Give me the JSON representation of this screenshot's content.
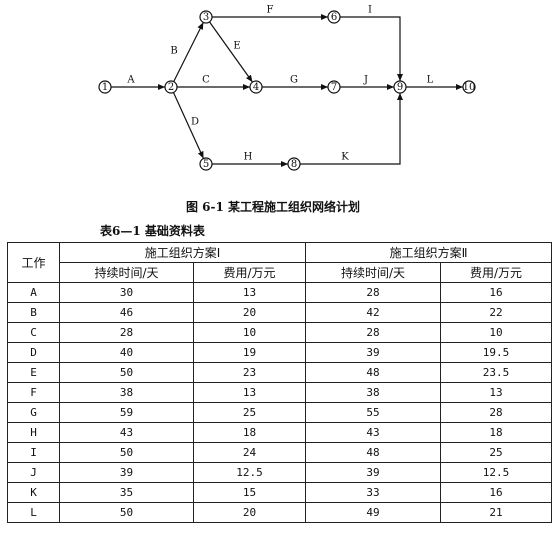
{
  "network": {
    "nodes": [
      "1",
      "2",
      "3",
      "4",
      "5",
      "6",
      "7",
      "8",
      "9",
      "10"
    ],
    "activities": [
      "A",
      "B",
      "C",
      "D",
      "E",
      "F",
      "G",
      "H",
      "I",
      "J",
      "K",
      "L"
    ]
  },
  "figure_caption": "图 6-1   某工程施工组织网络计划",
  "table_title": "表6—1   基础资料表",
  "table": {
    "work_header": "工作",
    "plan1_header": "施工组织方案Ⅰ",
    "plan2_header": "施工组织方案Ⅱ",
    "duration_header": "持续时间/天",
    "cost_header": "费用/万元",
    "rows": [
      {
        "work": "A",
        "d1": "30",
        "c1": "13",
        "d2": "28",
        "c2": "16"
      },
      {
        "work": "B",
        "d1": "46",
        "c1": "20",
        "d2": "42",
        "c2": "22"
      },
      {
        "work": "C",
        "d1": "28",
        "c1": "10",
        "d2": "28",
        "c2": "10"
      },
      {
        "work": "D",
        "d1": "40",
        "d1x": "",
        "c1": "19",
        "d2": "39",
        "c2": "19.5"
      },
      {
        "work": "E",
        "d1": "50",
        "c1": "23",
        "d2": "48",
        "c2": "23.5"
      },
      {
        "work": "F",
        "d1": "38",
        "c1": "13",
        "d2": "38",
        "c2": "13"
      },
      {
        "work": "G",
        "d1": "59",
        "c1": "25",
        "d2": "55",
        "c2": "28"
      },
      {
        "work": "H",
        "d1": "43",
        "c1": "18",
        "d2": "43",
        "c2": "18"
      },
      {
        "work": "I",
        "d1": "50",
        "c1": "24",
        "d2": "48",
        "c2": "25"
      },
      {
        "work": "J",
        "d1": "39",
        "c1": "12.5",
        "d2": "39",
        "c2": "12.5"
      },
      {
        "work": "K",
        "d1": "35",
        "c1": "15",
        "d2": "33",
        "c2": "16"
      },
      {
        "work": "L",
        "d1": "50",
        "c1": "20",
        "d2": "49",
        "c2": "21"
      }
    ]
  }
}
